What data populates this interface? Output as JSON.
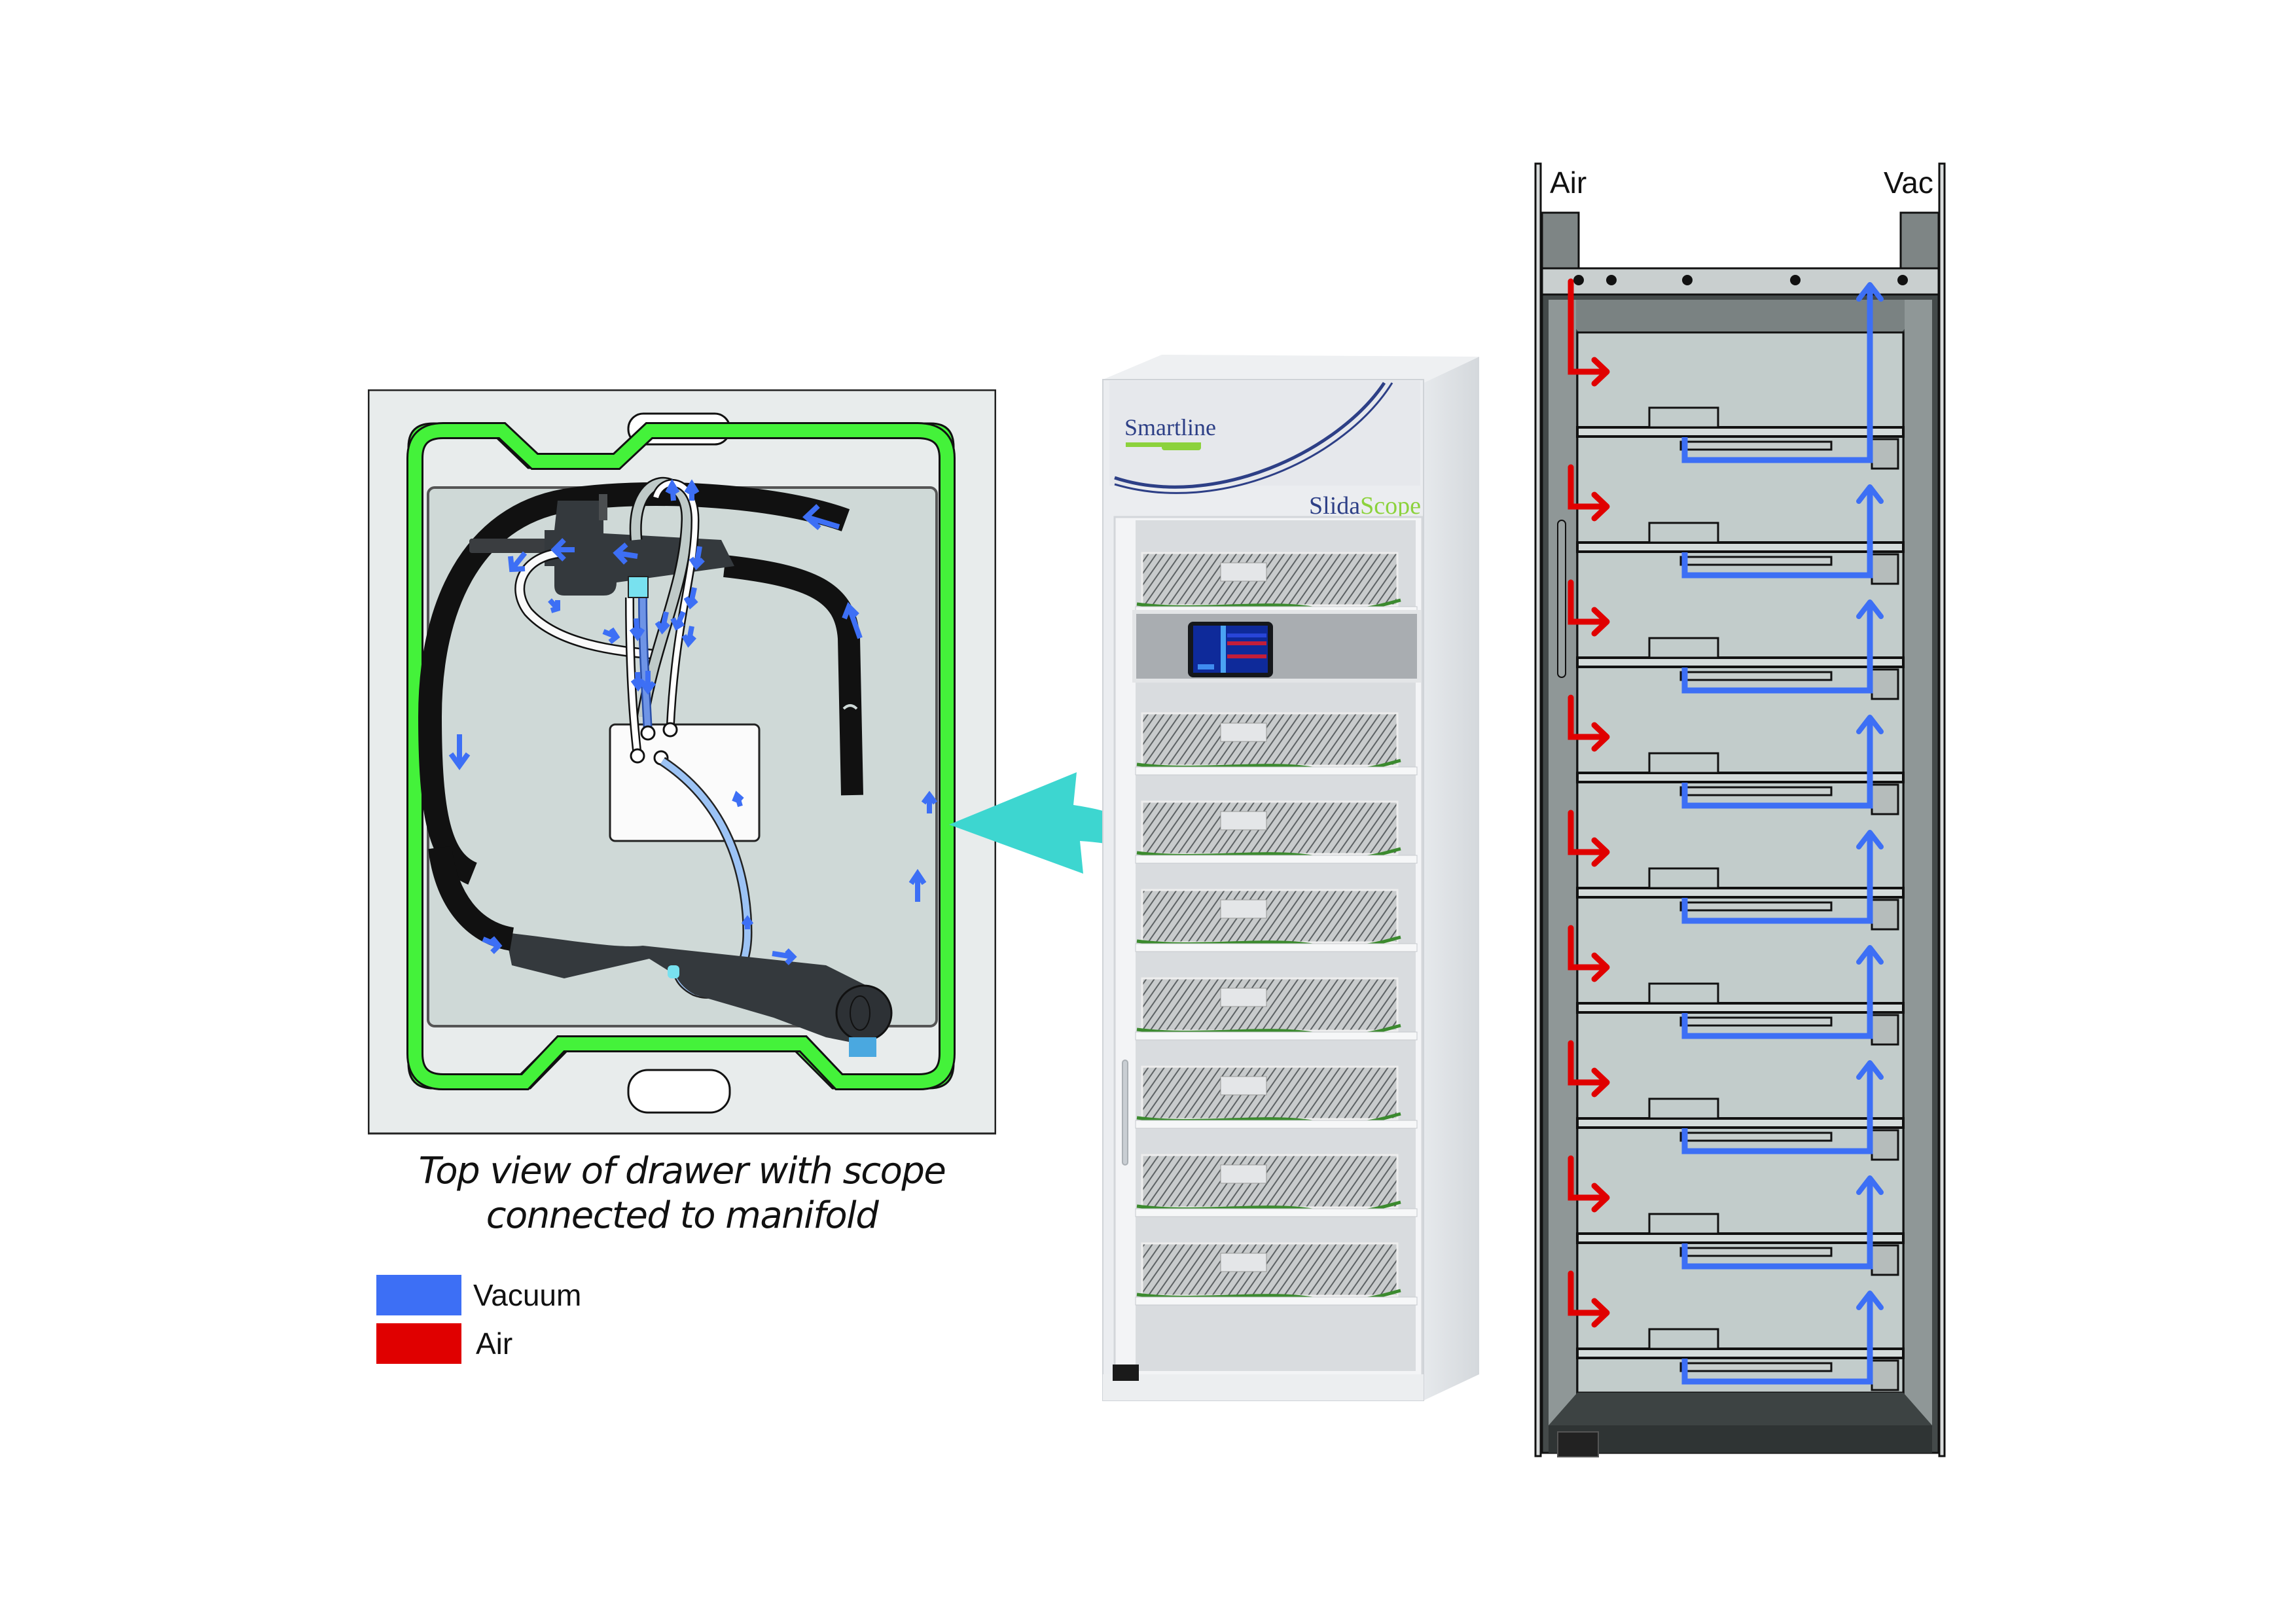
{
  "drawer_view": {
    "caption_line1": "Top view of drawer with scope",
    "caption_line2": "connected to manifold",
    "flow_arrow_count": 24
  },
  "legend": {
    "items": [
      {
        "label": "Vacuum",
        "color": "#3d6ff5"
      },
      {
        "label": "Air",
        "color": "#e00000"
      }
    ]
  },
  "cabinet": {
    "brand": "Smartline",
    "product_part1": "Slida",
    "product_part2": "Scope",
    "brand_color": "#2d3f86",
    "accent_green": "#8cd23c",
    "drawer_count": 8
  },
  "schematic": {
    "air_label": "Air",
    "vac_label": "Vac",
    "drawer_count": 9,
    "air_color": "#e00000",
    "vac_color": "#3d6ff5"
  },
  "colors": {
    "gasket_green": "#44f23a",
    "connector_arrow": "#3dd6d0",
    "scope_dark": "#1e2023",
    "panel_bg": "#e8ecec",
    "tray_bg": "#cfd9d7"
  }
}
